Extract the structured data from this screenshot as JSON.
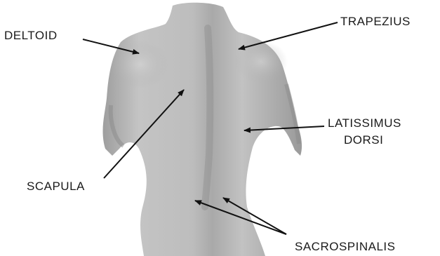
{
  "labels": {
    "deltoid": "DELTOID",
    "trapezius": "TRAPEZIUS",
    "latissimus_line1": "LATISSIMUS",
    "latissimus_line2": "DORSI",
    "scapula": "SCAPULA",
    "sacrospinalis": "SACROSPINALIS"
  },
  "colors": {
    "background": "#ffffff",
    "body_shade": "#b9b9b9",
    "arrow": "#111111",
    "text": "#1a1a1a"
  }
}
